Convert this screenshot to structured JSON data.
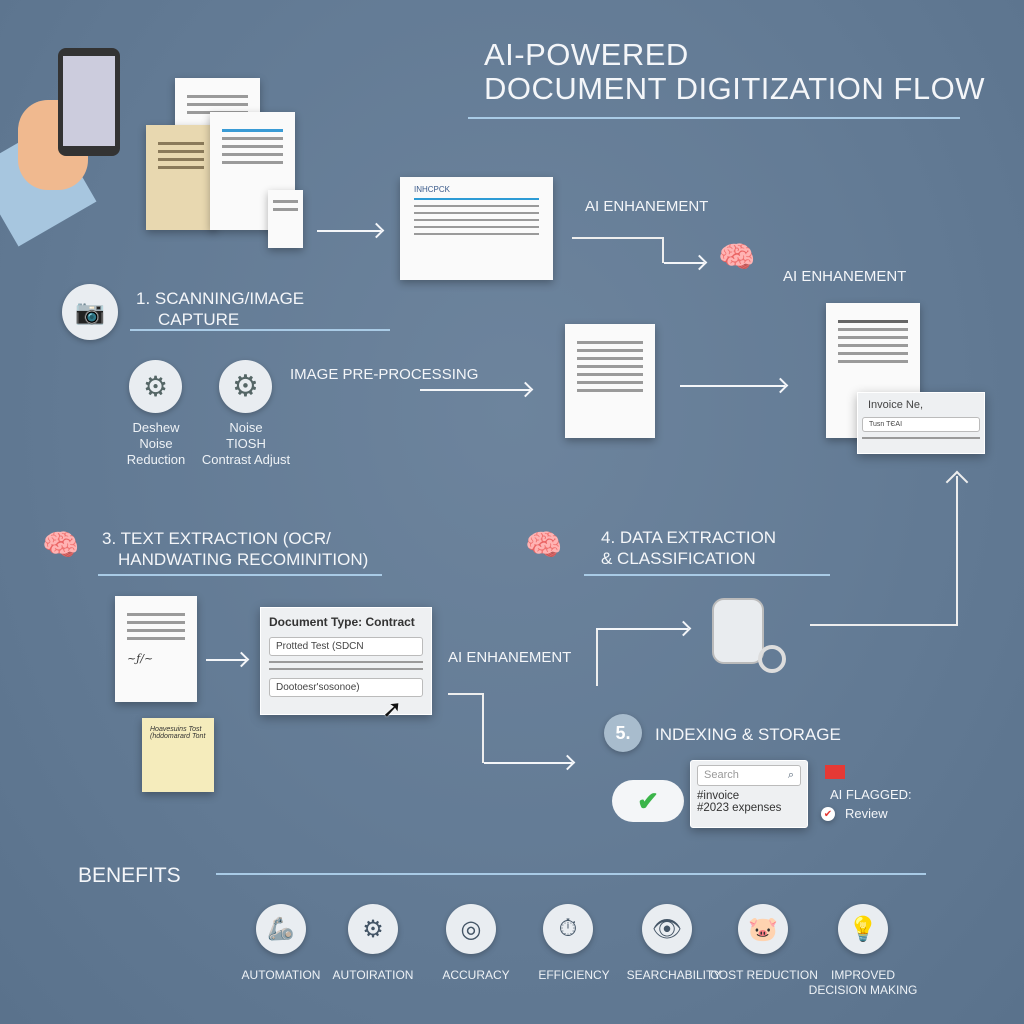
{
  "title": {
    "line1": "AI-POWERED",
    "line2": "DOCUMENT DIGITIZATION FLOW"
  },
  "steps": {
    "s1": {
      "line1": "1. SCANNING/IMAGE",
      "line2": "CAPTURE"
    },
    "s2": "IMAGE PRE-PROCESSING",
    "s3": {
      "line1": "3. TEXT EXTRACTION (OCR/",
      "line2": "HANDWATING RECOMINITION)"
    },
    "s4": {
      "line1": "4. DATA EXTRACTION",
      "line2": "& CLASSIFICATION"
    },
    "s5": {
      "number": "5.",
      "label": "INDEXING & STORAGE"
    }
  },
  "ai_enhancement": [
    "AI ENHANEMENT",
    "AI ENHANEMENT",
    "AI ENHANEMENT"
  ],
  "preprocessing_icons": [
    {
      "icon": "gears-icon",
      "lines": [
        "Deshew",
        "Noise",
        "Reduction"
      ]
    },
    {
      "icon": "gear-icon",
      "lines": [
        "Noise",
        "TIOSH",
        "Contrast Adjust"
      ]
    }
  ],
  "invoice_doc": {
    "header": "INHCPCK"
  },
  "invoice_card": {
    "title": "Invoice Ne,",
    "field": "Tusn  TЄAI"
  },
  "doc_type_card": {
    "title": "Document Type: Contract",
    "field1": "Protted Test (SDCN",
    "field2": "Dootoesr'sosonoe)"
  },
  "sticky_note": {
    "lines": [
      "Hoavesuins Tost",
      "(hddomarard Tont"
    ]
  },
  "search": {
    "placeholder": "Search",
    "tags": [
      "#invoice",
      "#2023 expenses"
    ]
  },
  "flag": {
    "label": "AI FLAGGED:",
    "review": "Review"
  },
  "benefits": {
    "title": "BENEFITS",
    "items": [
      {
        "icon": "robot-arm-icon",
        "label": "AUTOMATION"
      },
      {
        "icon": "workflow-gear-icon",
        "label": "AUTOIRATION"
      },
      {
        "icon": "target-icon",
        "label": "ACCURACY"
      },
      {
        "icon": "stopwatch-icon",
        "label": "EFFICIENCY"
      },
      {
        "icon": "eye-icon",
        "label": "SEARCHABILITY"
      },
      {
        "icon": "piggy-bank-icon",
        "label": "COST REDUCTION"
      },
      {
        "icon": "lightbulb-icon",
        "label": "IMPROVED DECISION MAKING"
      }
    ]
  },
  "colors": {
    "background": "#627a94",
    "accent": "#8fc1e8",
    "check": "#3bb54a",
    "flag": "#e53935"
  }
}
